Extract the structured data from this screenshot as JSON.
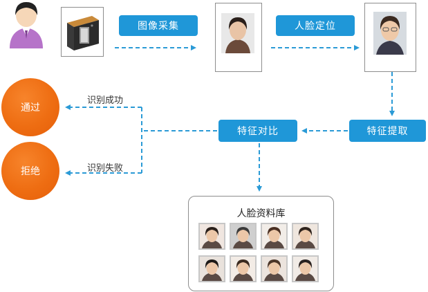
{
  "steps": {
    "capture": "图像采集",
    "locate": "人脸定位",
    "extract": "特征提取",
    "compare": "特征对比"
  },
  "results": {
    "pass": "通过",
    "reject": "拒绝",
    "success_label": "识别成功",
    "fail_label": "识别失败"
  },
  "database": {
    "title": "人脸资料库",
    "thumb_count": 8
  },
  "colors": {
    "step_blue": "#1f97d8",
    "arrow_blue": "#2a9ad6",
    "result_orange": "#ee6d12",
    "person_purple": "#b673c9"
  },
  "icons": {
    "user": "user-avatar-icon",
    "device": "face-scanner-device-icon"
  }
}
